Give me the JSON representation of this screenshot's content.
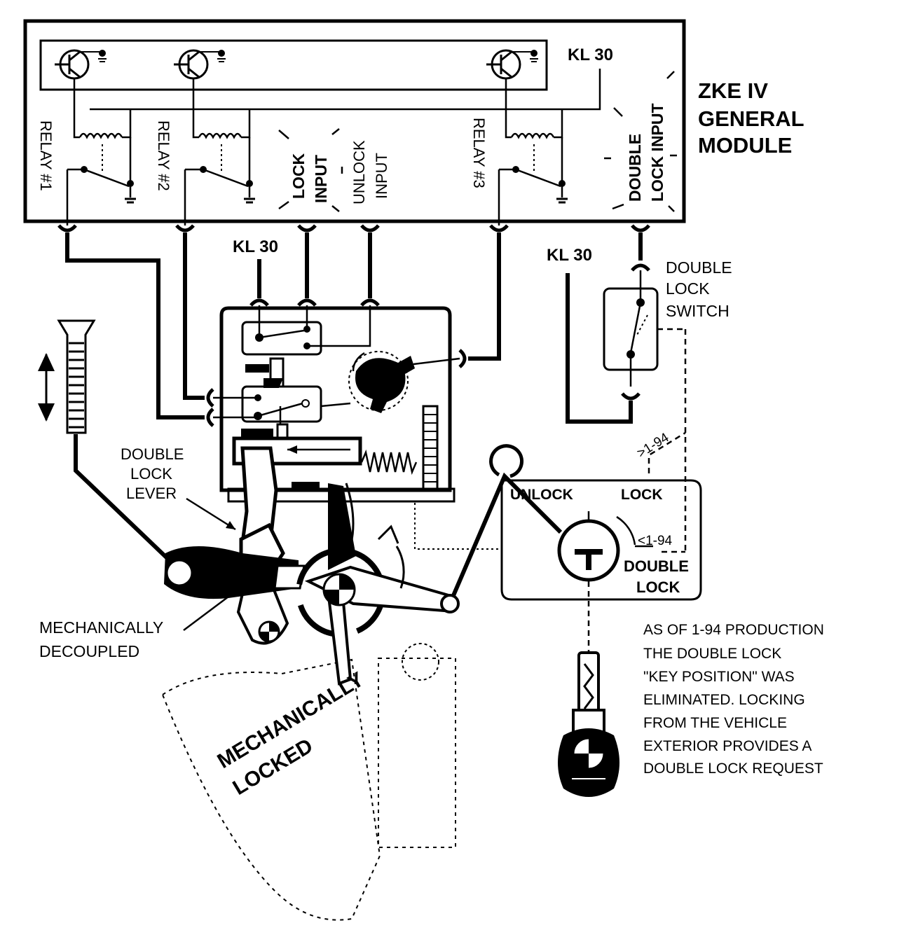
{
  "module": {
    "title_line1": "ZKE IV",
    "title_line2": "GENERAL",
    "title_line3": "MODULE",
    "kl30": "KL 30",
    "relay1": "RELAY #1",
    "relay2": "RELAY #2",
    "relay3": "RELAY #3",
    "lock_input_1": "LOCK",
    "lock_input_2": "INPUT",
    "unlock_input_1": "UNLOCK",
    "unlock_input_2": "INPUT",
    "double_lock_input_1": "DOUBLE",
    "double_lock_input_2": "LOCK INPUT"
  },
  "wiring": {
    "kl30_actuator": "KL 30",
    "kl30_switch": "KL 30"
  },
  "double_lock_switch": {
    "line1": "DOUBLE",
    "line2": "LOCK",
    "line3": "SWITCH"
  },
  "lock_cylinder": {
    "unlock": "UNLOCK",
    "lock": "LOCK",
    "after_label": ">1-94",
    "before_label": "<1-94",
    "double_lock_1": "DOUBLE",
    "double_lock_2": "LOCK"
  },
  "mechanism": {
    "double_lock_lever_1": "DOUBLE",
    "double_lock_lever_2": "LOCK",
    "double_lock_lever_3": "LEVER",
    "decoupled_1": "MECHANICALLY",
    "decoupled_2": "DECOUPLED",
    "locked_1": "MECHANICALLY",
    "locked_2": "LOCKED"
  },
  "note": {
    "line1": "AS OF 1-94 PRODUCTION",
    "line2": "THE DOUBLE LOCK",
    "line3": "\"KEY POSITION\" WAS",
    "line4": "ELIMINATED.  LOCKING",
    "line5": "FROM THE VEHICLE",
    "line6": "EXTERIOR PROVIDES A",
    "line7": "DOUBLE LOCK REQUEST"
  }
}
